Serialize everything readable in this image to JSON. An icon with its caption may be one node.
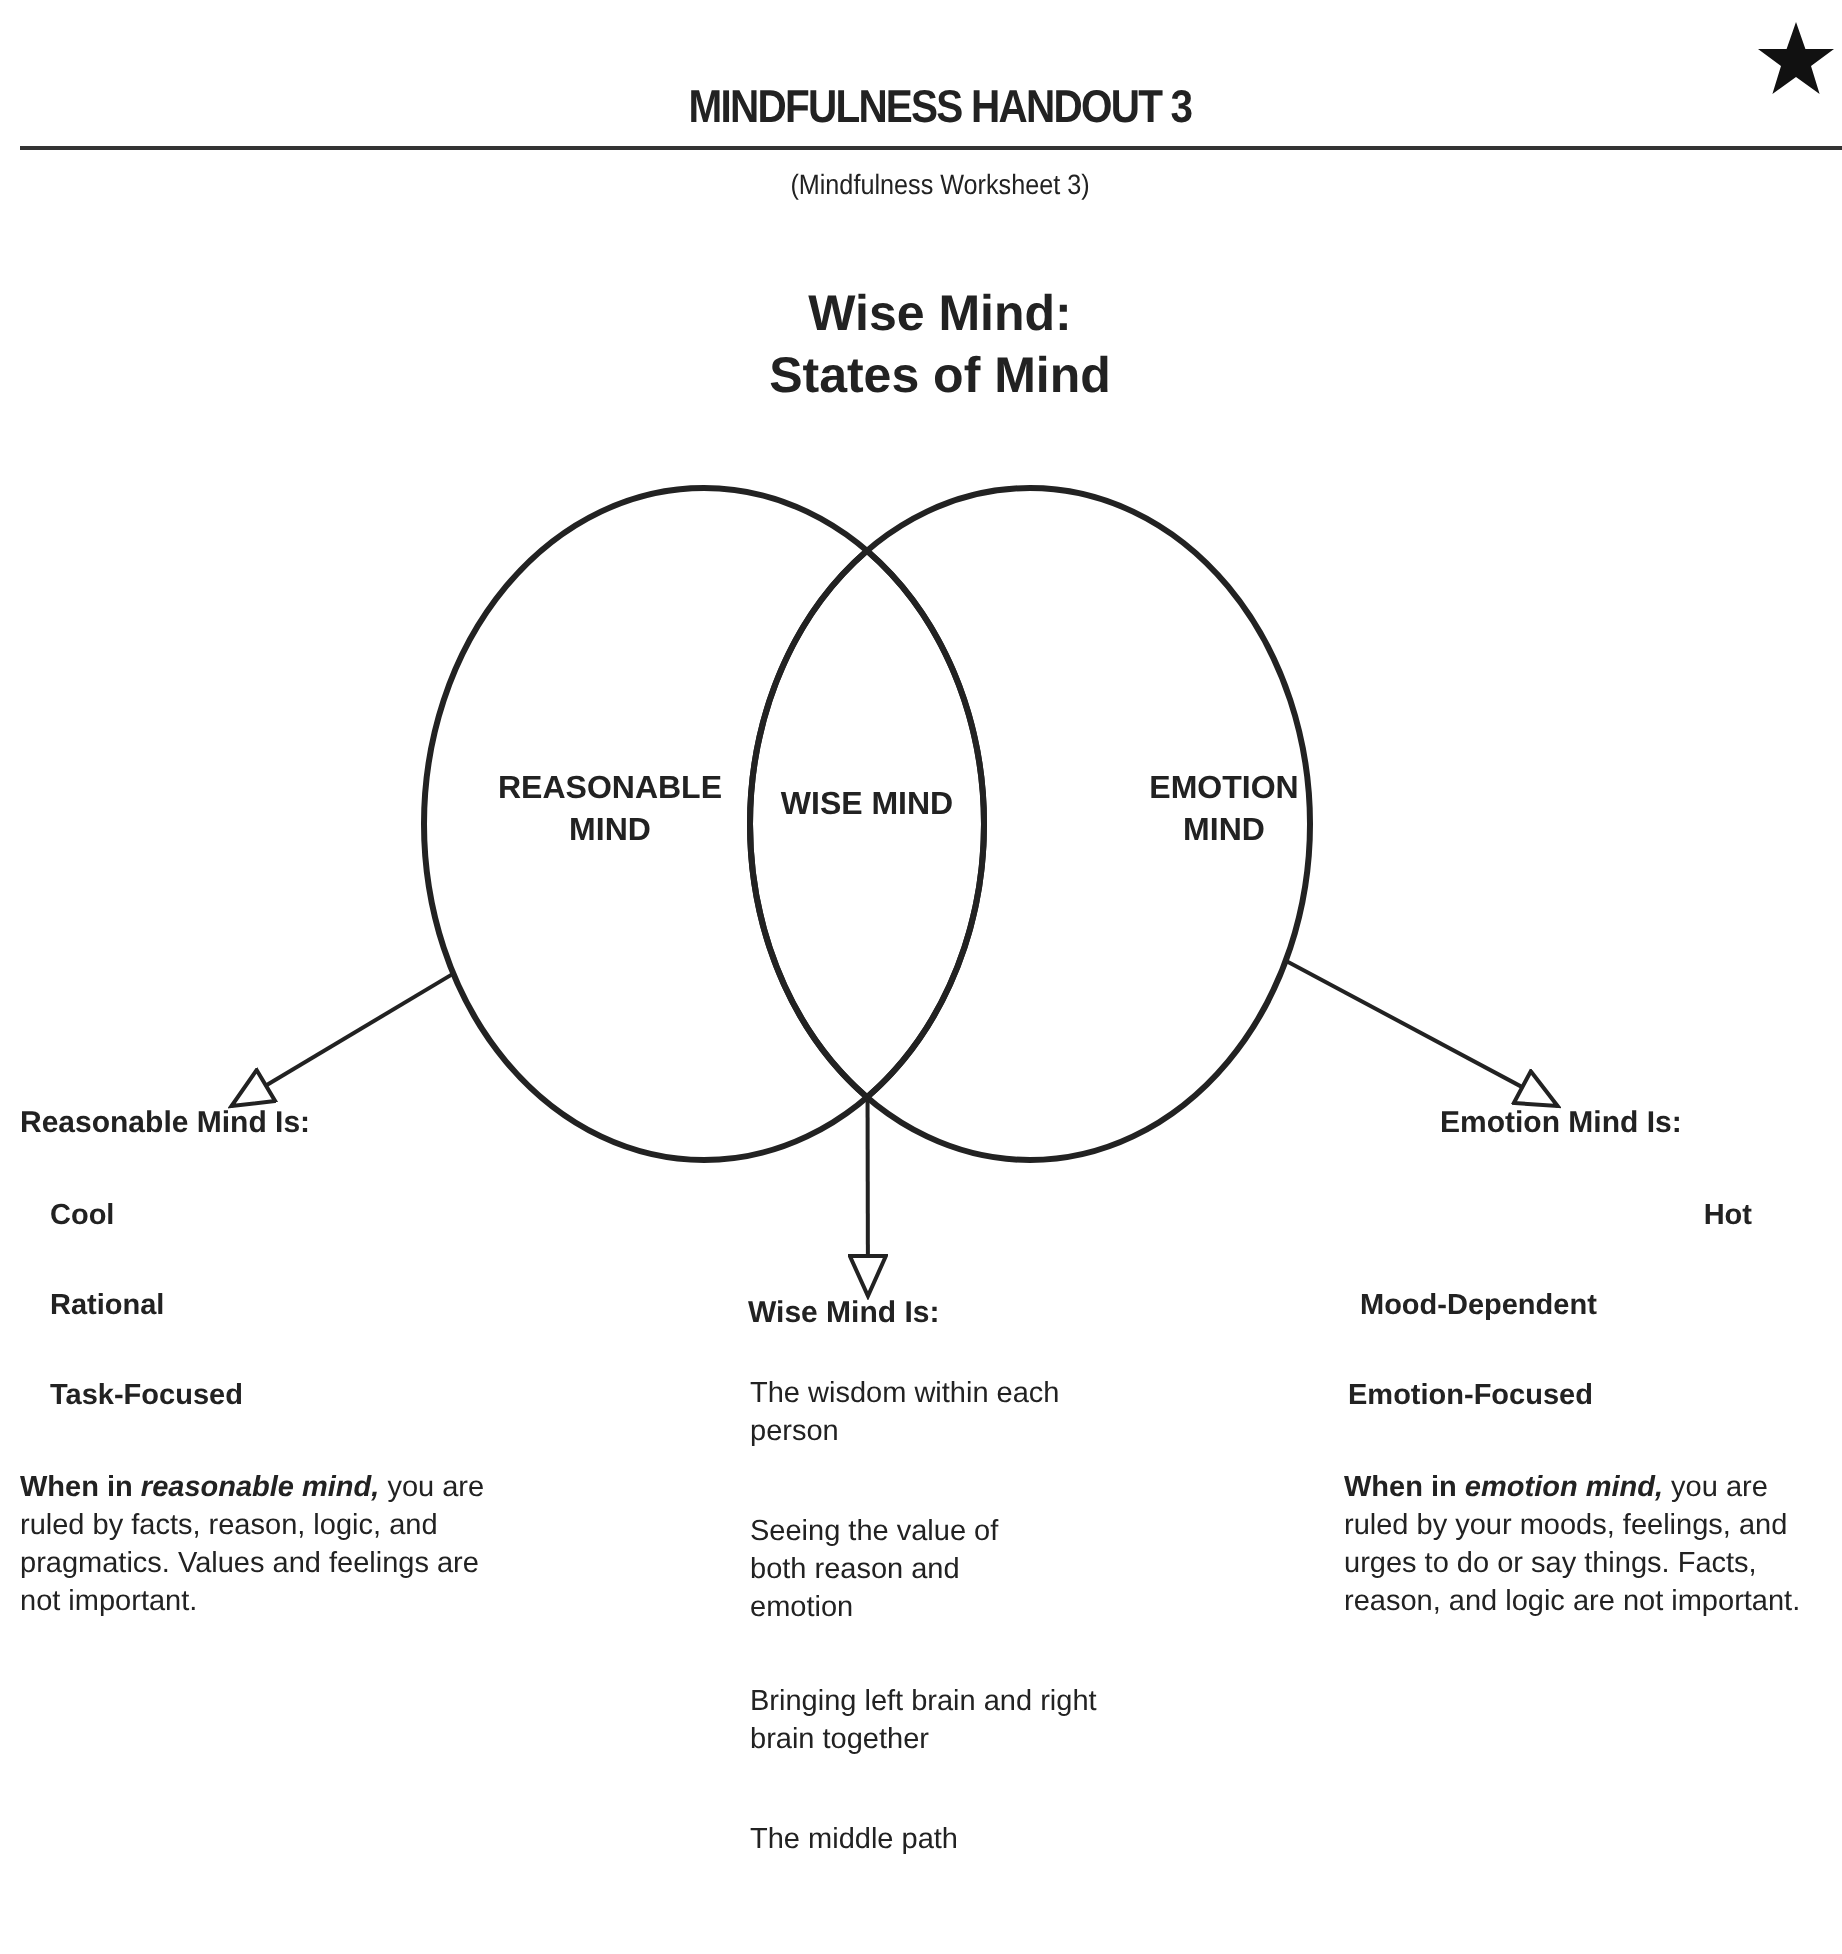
{
  "diagram": {
    "title": "MINDFULNESS HANDOUT 3",
    "nodes": [
      {
        "text": [
          "REASONABLE MIND"
        ]
      },
      {
        "text": [
          "EMOTION MIND"
        ]
      },
      {
        "text": [
          "WISE MIND"
        ]
      },
      {
        "text": [
          "Reasonable Mind Is:"
        ]
      },
      {
        "text": [
          "Wise Mind Is:"
        ]
      },
      {
        "text": [
          "Emotion Mind Is:"
        ]
      }
    ],
    "edges": [
      {
        "from": 0,
        "to": 3,
        "arrow": "to"
      },
      {
        "from": 2,
        "to": 4,
        "arrow": "to"
      },
      {
        "from": 1,
        "to": 5,
        "arrow": "to"
      }
    ],
    "labels": [
      "(Mindfulness Worksheet 3)",
      "Wise Mind: States of Mind",
      "Cool",
      "Rational",
      "Task-Focused",
      "**When in** *reasonable mind,* you are ruled by facts, reason, logic, and pragmatics. Values and feelings are not important.",
      "The wisdom within each person",
      "Seeing the value of both reason and emotion",
      "Bringing left brain and right brain together",
      "The middle path",
      "Hot",
      "Mood-Dependent",
      "Emotion-Focused",
      "**When in** *emotion mind,* you are ruled by your moods, feelings, and urges to do or say things. Facts, reason, and logic are not important."
    ]
  }
}
